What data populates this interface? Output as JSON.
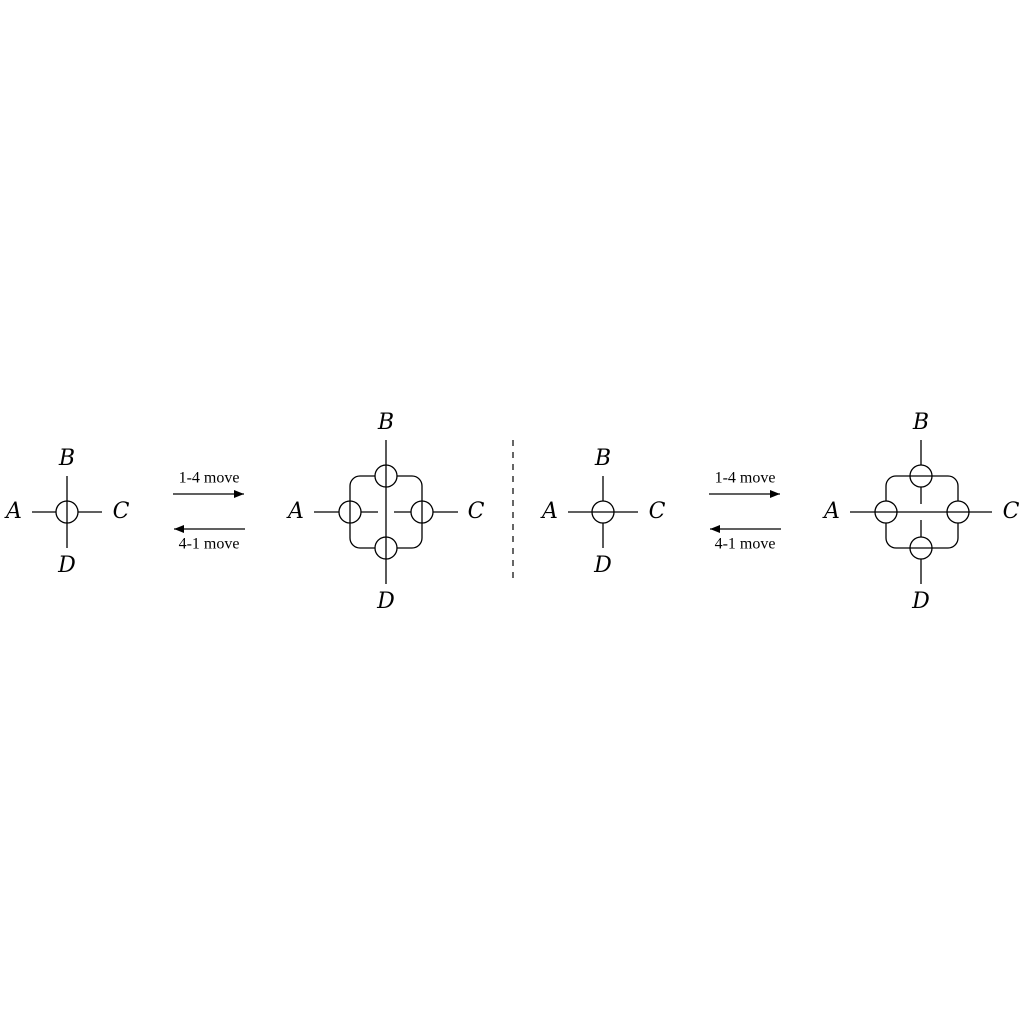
{
  "labels": {
    "a": "A",
    "b": "B",
    "c": "C",
    "d": "D"
  },
  "moves": {
    "forward": "1-4 move",
    "backward": "4-1 move"
  },
  "colors": {
    "stroke": "#000000",
    "background": "#ffffff"
  }
}
